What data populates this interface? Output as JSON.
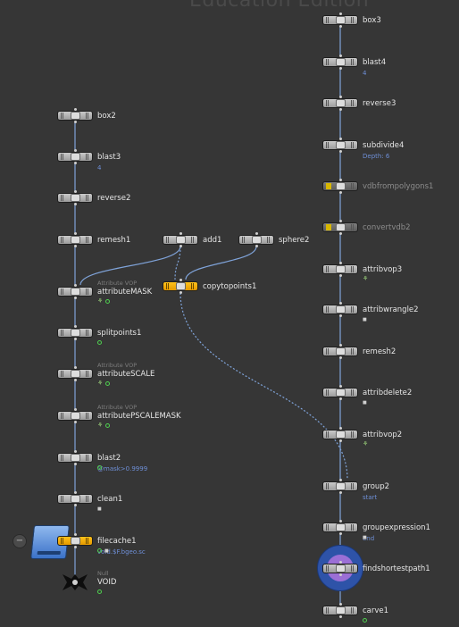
{
  "watermark": "Education Edition",
  "nodes": [
    {
      "id": "box3",
      "label": "box3",
      "sub": "",
      "prefix": "",
      "flag": ""
    },
    {
      "id": "blast4",
      "label": "blast4",
      "sub": "4",
      "prefix": "",
      "flag": ""
    },
    {
      "id": "reverse3",
      "label": "reverse3",
      "sub": "",
      "prefix": "",
      "flag": ""
    },
    {
      "id": "subdivide4",
      "label": "subdivide4",
      "sub": "Depth: 6",
      "prefix": "",
      "flag": ""
    },
    {
      "id": "vdbfrompolygons1",
      "label": "vdbfrompolygons1",
      "sub": "",
      "prefix": "",
      "flag": ""
    },
    {
      "id": "convertvdb2",
      "label": "convertvdb2",
      "sub": "",
      "prefix": "",
      "flag": ""
    },
    {
      "id": "attribvop3",
      "label": "attribvop3",
      "sub": "",
      "prefix": "",
      "flag": ""
    },
    {
      "id": "attribwrangle2",
      "label": "attribwrangle2",
      "sub": "",
      "prefix": "",
      "flag": ""
    },
    {
      "id": "remesh2",
      "label": "remesh2",
      "sub": "",
      "prefix": "",
      "flag": ""
    },
    {
      "id": "attribdelete2",
      "label": "attribdelete2",
      "sub": "",
      "prefix": "",
      "flag": ""
    },
    {
      "id": "attribvop2",
      "label": "attribvop2",
      "sub": "",
      "prefix": "",
      "flag": ""
    },
    {
      "id": "group2",
      "label": "group2",
      "sub": "start",
      "prefix": "",
      "flag": ""
    },
    {
      "id": "groupexpression1",
      "label": "groupexpression1",
      "sub": "end",
      "prefix": "",
      "flag": ""
    },
    {
      "id": "findshortestpath1",
      "label": "findshortestpath1",
      "sub": "",
      "prefix": "",
      "flag": ""
    },
    {
      "id": "carve1",
      "label": "carve1",
      "sub": "",
      "prefix": "",
      "flag": ""
    },
    {
      "id": "box2",
      "label": "box2",
      "sub": "",
      "prefix": "",
      "flag": ""
    },
    {
      "id": "blast3",
      "label": "blast3",
      "sub": "4",
      "prefix": "",
      "flag": ""
    },
    {
      "id": "reverse2",
      "label": "reverse2",
      "sub": "",
      "prefix": "",
      "flag": ""
    },
    {
      "id": "remesh1",
      "label": "remesh1",
      "sub": "",
      "prefix": "",
      "flag": ""
    },
    {
      "id": "attributeMASK",
      "label": "attributeMASK",
      "sub": "",
      "prefix": "Attribute VOP",
      "flag": ""
    },
    {
      "id": "splitpoints1",
      "label": "splitpoints1",
      "sub": "",
      "prefix": "",
      "flag": ""
    },
    {
      "id": "attributeSCALE",
      "label": "attributeSCALE",
      "sub": "",
      "prefix": "Attribute VOP",
      "flag": ""
    },
    {
      "id": "attributePSCALEMASK",
      "label": "attributePSCALEMASK",
      "sub": "",
      "prefix": "Attribute VOP",
      "flag": ""
    },
    {
      "id": "blast2",
      "label": "blast2",
      "sub": "@mask>0.9999",
      "prefix": "",
      "flag": ""
    },
    {
      "id": "clean1",
      "label": "clean1",
      "sub": "",
      "prefix": "",
      "flag": ""
    },
    {
      "id": "filecache1",
      "label": "filecache1",
      "sub": "void.$F.bgeo.sc",
      "prefix": "",
      "flag": ""
    },
    {
      "id": "VOID",
      "label": "VOID",
      "sub": "",
      "prefix": "Null",
      "flag": ""
    },
    {
      "id": "add1",
      "label": "add1",
      "sub": "",
      "prefix": "",
      "flag": ""
    },
    {
      "id": "sphere2",
      "label": "sphere2",
      "sub": "",
      "prefix": "",
      "flag": ""
    },
    {
      "id": "copytopoints1",
      "label": "copytopoints1",
      "sub": "",
      "prefix": "",
      "flag": ""
    }
  ],
  "colors": {
    "background": "#363636",
    "wire": "#7fa3d9",
    "node": "#b5b5b5",
    "selected": "#ffb400",
    "info": "#6e8fd6"
  }
}
